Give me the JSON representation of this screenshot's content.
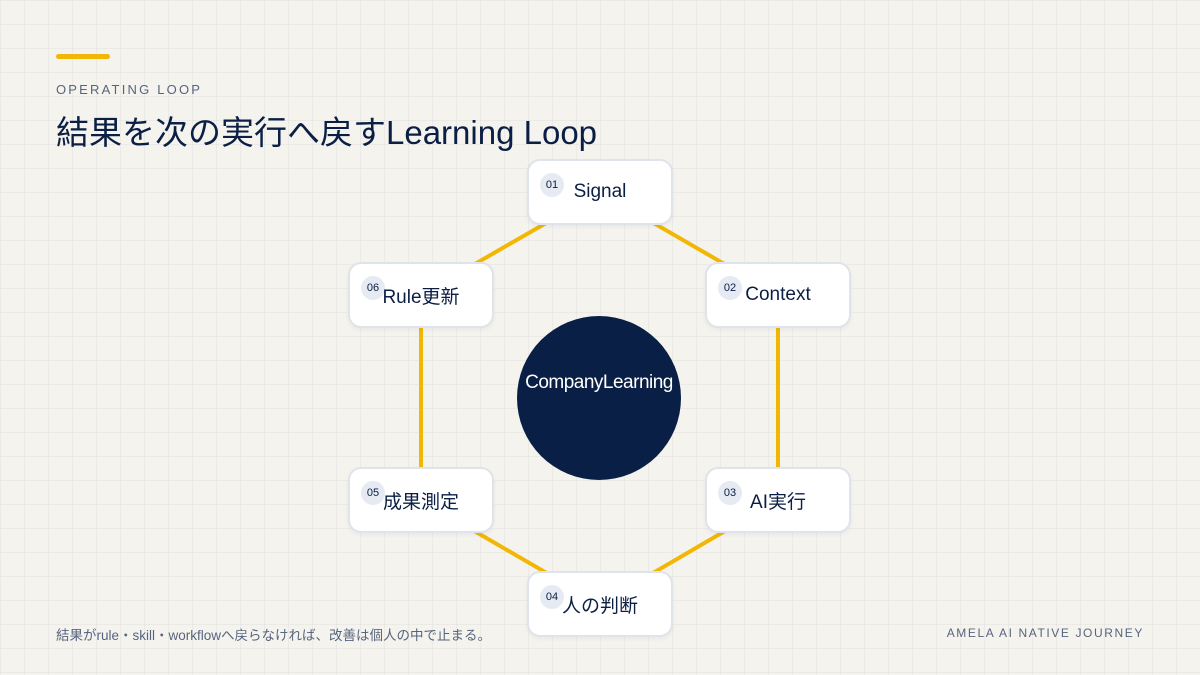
{
  "header": {
    "eyebrow": "OPERATING LOOP",
    "title": "結果を次の実行へ戻すLearning Loop"
  },
  "hub": {
    "label": "CompanyLearning"
  },
  "nodes": [
    {
      "number": "01",
      "label": "Signal"
    },
    {
      "number": "02",
      "label": "Context"
    },
    {
      "number": "03",
      "label": "AI実行"
    },
    {
      "number": "04",
      "label": "人の判断"
    },
    {
      "number": "05",
      "label": "成果測定"
    },
    {
      "number": "06",
      "label": "Rule更新"
    }
  ],
  "footer": {
    "note": "結果がrule・skill・workflowへ戻らなければ、改善は個人の中で止まる。",
    "brand": "AMELA AI NATIVE JOURNEY"
  },
  "colors": {
    "accent": "#f2b705",
    "navy": "#0a1f45",
    "background": "#f5f3ee",
    "node_border": "#dfe3ea",
    "badge": "#e5eaf3"
  }
}
